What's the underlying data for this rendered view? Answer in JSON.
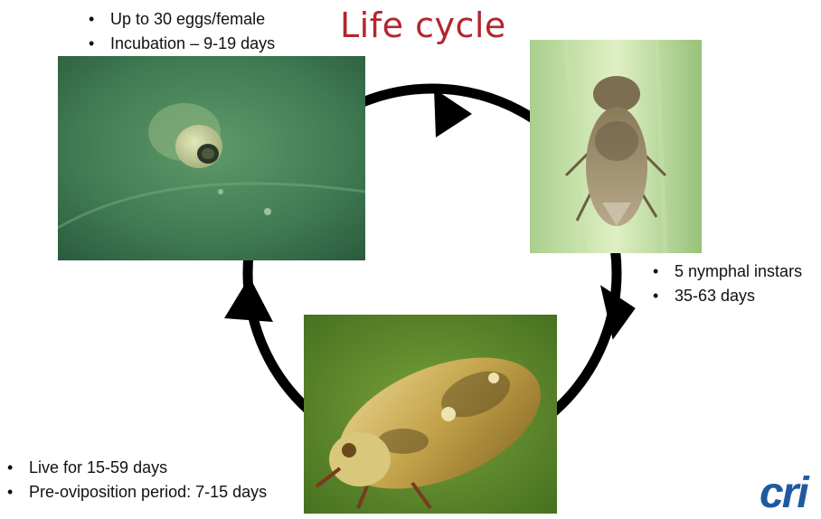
{
  "slide": {
    "title": "Life cycle",
    "egg_notes": [
      "Up to 30 eggs/female",
      "Incubation – 9-19 days"
    ],
    "nymph_notes": [
      "5 nymphal instars",
      "35-63 days"
    ],
    "adult_notes": [
      "Live for 15-59 days",
      "Pre-oviposition period: 7-15 days"
    ],
    "logo_text": "cri"
  },
  "colors": {
    "title": "#b3262d",
    "arrow": "#000000",
    "logo": "#1f5aa0"
  },
  "icons": [
    "cycle-arrow-icon",
    "egg-photo",
    "nymph-photo",
    "adult-photo"
  ]
}
